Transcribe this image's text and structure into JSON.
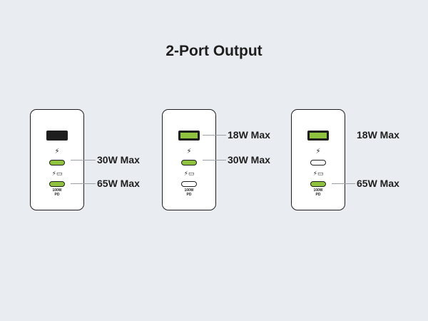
{
  "title": "2-Port Output",
  "pd_mark": "PD",
  "pd_watts": "100W",
  "chargers": [
    {
      "labels": {
        "c1": "30W Max",
        "c2": "65W Max"
      }
    },
    {
      "labels": {
        "a": "18W Max",
        "c1": "30W Max"
      }
    },
    {
      "labels": {
        "a": "18W Max",
        "c2": "65W Max"
      }
    }
  ],
  "colors": {
    "active_port": "#8fc23f",
    "outline": "#1e1e1e",
    "background": "#e9edf1",
    "leader_line": "#9aa0a6"
  },
  "icons": {
    "fast_charge": "lightning-bolt-icon",
    "laptop_charge": "bolt-laptop-icon"
  }
}
